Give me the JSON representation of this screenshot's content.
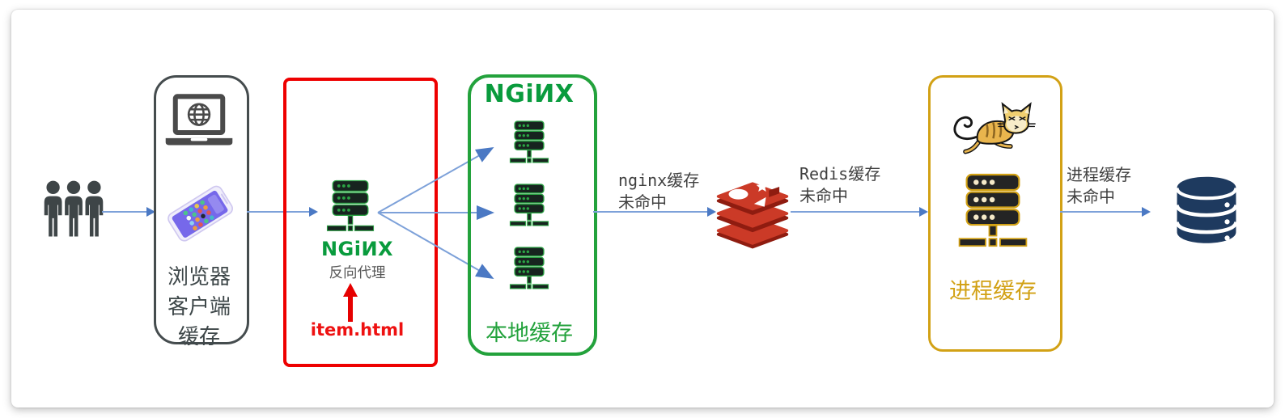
{
  "colors": {
    "arrow_line": "#7da1d9",
    "arrow_head": "#4b79c4",
    "nginx_green": "#099b3d",
    "box_green": "#23a23c",
    "box_red": "#ee0000",
    "box_gold": "#d2a115",
    "box_gray": "#454c4e",
    "dark_icon": "#3e4547",
    "database_navy": "#1e3a5f",
    "redis_red": "#c9362b",
    "label_text": "#3f3f3f",
    "annotation_red": "#ee1111"
  },
  "icons": {
    "users": "users-icon",
    "laptop": "laptop-globe-icon",
    "smartphone": "smartphone-icon",
    "nginx_server": "nginx-server-icon",
    "redis": "redis-logo-icon",
    "tomcat": "tomcat-logo-icon",
    "tomcat_server": "server-icon",
    "database": "database-icon",
    "red_arrow": "red-up-arrow-icon"
  },
  "nodes": {
    "client_cache": {
      "label_lines": [
        "浏览器",
        "客户端",
        "缓存"
      ]
    },
    "reverse_proxy": {
      "logo": "NGiИX",
      "label": "反向代理",
      "annotation": "item.html"
    },
    "local_cache": {
      "logo": "NGiИX",
      "label": "本地缓存"
    },
    "process_cache": {
      "label": "进程缓存"
    }
  },
  "edge_labels": {
    "nginx_miss": [
      "nginx缓存",
      "未命中"
    ],
    "redis_miss": [
      "Redis缓存",
      "未命中"
    ],
    "process_miss": [
      "进程缓存",
      "未命中"
    ]
  }
}
